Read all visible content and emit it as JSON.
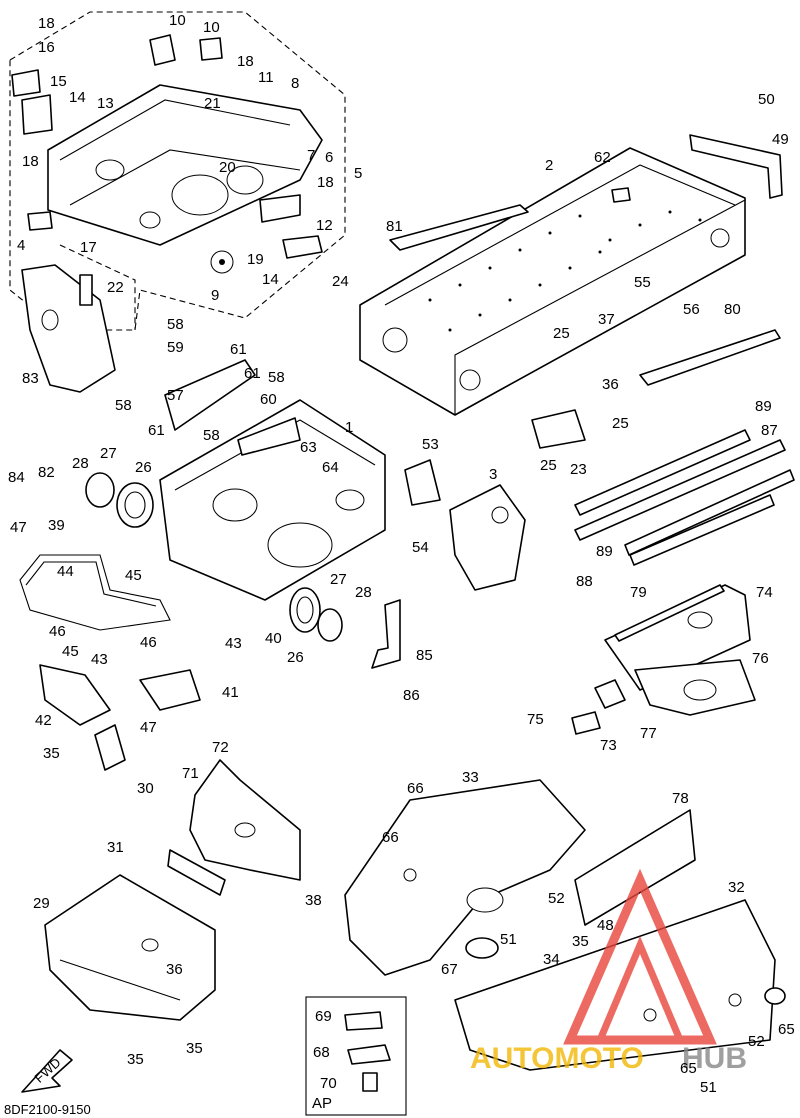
{
  "diagram": {
    "footer_code": "8DF2100-9150",
    "direction_label": "FWD",
    "ap_label": "AP",
    "callouts": [
      {
        "id": "c1",
        "label": "18"
      },
      {
        "id": "c2",
        "label": "16"
      },
      {
        "id": "c3",
        "label": "10"
      },
      {
        "id": "c4",
        "label": "10"
      },
      {
        "id": "c5",
        "label": "15"
      },
      {
        "id": "c6",
        "label": "14"
      },
      {
        "id": "c7",
        "label": "13"
      },
      {
        "id": "c8",
        "label": "18"
      },
      {
        "id": "c9",
        "label": "11"
      },
      {
        "id": "c10",
        "label": "8"
      },
      {
        "id": "c11",
        "label": "21"
      },
      {
        "id": "c12",
        "label": "6"
      },
      {
        "id": "c13",
        "label": "20"
      },
      {
        "id": "c14",
        "label": "7"
      },
      {
        "id": "c15",
        "label": "5"
      },
      {
        "id": "c16",
        "label": "18"
      },
      {
        "id": "c17",
        "label": "18"
      },
      {
        "id": "c18",
        "label": "17"
      },
      {
        "id": "c19",
        "label": "12"
      },
      {
        "id": "c20",
        "label": "4"
      },
      {
        "id": "c21",
        "label": "19"
      },
      {
        "id": "c22",
        "label": "14"
      },
      {
        "id": "c23",
        "label": "22"
      },
      {
        "id": "c24",
        "label": "9"
      },
      {
        "id": "c25",
        "label": "24"
      },
      {
        "id": "c26",
        "label": "50"
      },
      {
        "id": "c27",
        "label": "49"
      },
      {
        "id": "c28",
        "label": "2"
      },
      {
        "id": "c29",
        "label": "62"
      },
      {
        "id": "c30",
        "label": "81"
      },
      {
        "id": "c31",
        "label": "55"
      },
      {
        "id": "c32",
        "label": "56"
      },
      {
        "id": "c33",
        "label": "80"
      },
      {
        "id": "c34",
        "label": "25"
      },
      {
        "id": "c35",
        "label": "37"
      },
      {
        "id": "c36",
        "label": "36"
      },
      {
        "id": "c37",
        "label": "89"
      },
      {
        "id": "c38",
        "label": "25"
      },
      {
        "id": "c39",
        "label": "87"
      },
      {
        "id": "c40",
        "label": "25"
      },
      {
        "id": "c41",
        "label": "23"
      },
      {
        "id": "c42",
        "label": "58"
      },
      {
        "id": "c43",
        "label": "59"
      },
      {
        "id": "c44",
        "label": "61"
      },
      {
        "id": "c45",
        "label": "61"
      },
      {
        "id": "c46",
        "label": "58"
      },
      {
        "id": "c47",
        "label": "83"
      },
      {
        "id": "c48",
        "label": "58"
      },
      {
        "id": "c49",
        "label": "57"
      },
      {
        "id": "c50",
        "label": "60"
      },
      {
        "id": "c51",
        "label": "1"
      },
      {
        "id": "c52",
        "label": "61"
      },
      {
        "id": "c53",
        "label": "58"
      },
      {
        "id": "c54",
        "label": "63"
      },
      {
        "id": "c55",
        "label": "64"
      },
      {
        "id": "c56",
        "label": "53"
      },
      {
        "id": "c57",
        "label": "84"
      },
      {
        "id": "c58",
        "label": "82"
      },
      {
        "id": "c59",
        "label": "28"
      },
      {
        "id": "c60",
        "label": "27"
      },
      {
        "id": "c61",
        "label": "26"
      },
      {
        "id": "c62",
        "label": "3"
      },
      {
        "id": "c63",
        "label": "47"
      },
      {
        "id": "c64",
        "label": "39"
      },
      {
        "id": "c65",
        "label": "54"
      },
      {
        "id": "c66",
        "label": "89"
      },
      {
        "id": "c67",
        "label": "44"
      },
      {
        "id": "c68",
        "label": "45"
      },
      {
        "id": "c69",
        "label": "88"
      },
      {
        "id": "c70",
        "label": "27"
      },
      {
        "id": "c71",
        "label": "28"
      },
      {
        "id": "c72",
        "label": "79"
      },
      {
        "id": "c73",
        "label": "74"
      },
      {
        "id": "c74",
        "label": "40"
      },
      {
        "id": "c75",
        "label": "26"
      },
      {
        "id": "c76",
        "label": "85"
      },
      {
        "id": "c77",
        "label": "46"
      },
      {
        "id": "c78",
        "label": "46"
      },
      {
        "id": "c79",
        "label": "43"
      },
      {
        "id": "c80",
        "label": "76"
      },
      {
        "id": "c81",
        "label": "45"
      },
      {
        "id": "c82",
        "label": "43"
      },
      {
        "id": "c83",
        "label": "41"
      },
      {
        "id": "c84",
        "label": "86"
      },
      {
        "id": "c85",
        "label": "42"
      },
      {
        "id": "c86",
        "label": "47"
      },
      {
        "id": "c87",
        "label": "75"
      },
      {
        "id": "c88",
        "label": "73"
      },
      {
        "id": "c89",
        "label": "77"
      },
      {
        "id": "c90",
        "label": "35"
      },
      {
        "id": "c91",
        "label": "72"
      },
      {
        "id": "c92",
        "label": "30"
      },
      {
        "id": "c93",
        "label": "71"
      },
      {
        "id": "c94",
        "label": "33"
      },
      {
        "id": "c95",
        "label": "66"
      },
      {
        "id": "c96",
        "label": "78"
      },
      {
        "id": "c97",
        "label": "66"
      },
      {
        "id": "c98",
        "label": "31"
      },
      {
        "id": "c99",
        "label": "38"
      },
      {
        "id": "c100",
        "label": "52"
      },
      {
        "id": "c101",
        "label": "32"
      },
      {
        "id": "c102",
        "label": "29"
      },
      {
        "id": "c103",
        "label": "48"
      },
      {
        "id": "c104",
        "label": "51"
      },
      {
        "id": "c105",
        "label": "35"
      },
      {
        "id": "c106",
        "label": "36"
      },
      {
        "id": "c107",
        "label": "67"
      },
      {
        "id": "c108",
        "label": "34"
      },
      {
        "id": "c109",
        "label": "69"
      },
      {
        "id": "c110",
        "label": "65"
      },
      {
        "id": "c111",
        "label": "68"
      },
      {
        "id": "c112",
        "label": "35"
      },
      {
        "id": "c113",
        "label": "35"
      },
      {
        "id": "c114",
        "label": "52"
      },
      {
        "id": "c115",
        "label": "65"
      },
      {
        "id": "c116",
        "label": "70"
      },
      {
        "id": "c117",
        "label": "51"
      }
    ]
  },
  "watermark": {
    "text": "AUTOMOTOHUB",
    "part1": "AUTOMOTO",
    "part2": "HUB",
    "color_primary": "#e8453c",
    "color_secondary": "#f2b705"
  }
}
